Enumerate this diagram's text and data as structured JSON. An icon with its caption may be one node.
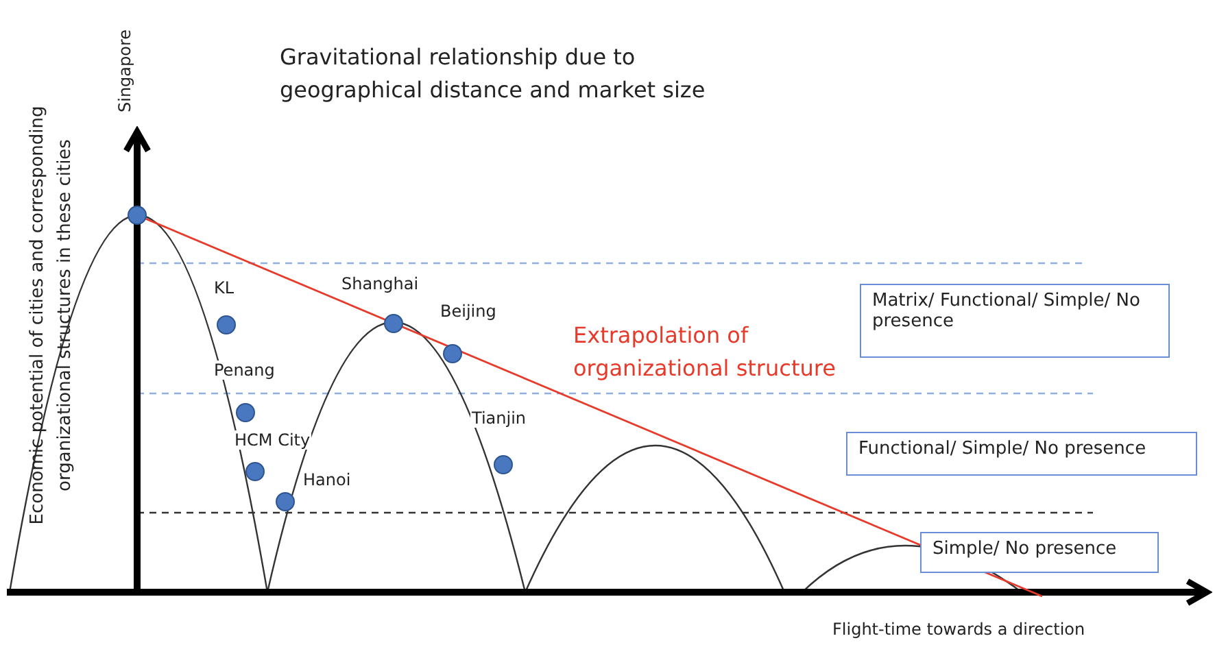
{
  "diagram": {
    "title": "Gravitational relationship due to geographical distance and market size",
    "nodes": [
      {
        "text": [
          "Matrix/ Functional/ Simple/ No presence"
        ]
      },
      {
        "text": [
          "Functional/ Simple/  No presence"
        ]
      },
      {
        "text": [
          "Simple/ No presence"
        ]
      }
    ],
    "edges": [],
    "labels": [
      "Singapore",
      "Economic potential of cities and corresponding organizational structures in these cities",
      "KL",
      "Shanghai",
      "Beijing",
      "Extrapolation of organizational structure",
      "Penang",
      "Tianjin",
      "HCM City",
      "Hanoi",
      "Flight-time  towards a direction"
    ]
  }
}
